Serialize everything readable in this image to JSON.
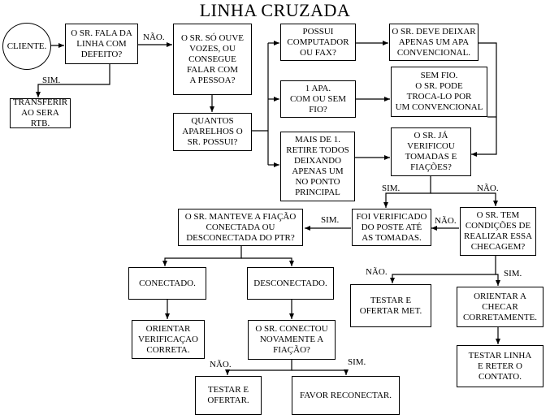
{
  "title": "LINHA CRUZADA",
  "nodes": {
    "cliente": "CLIENTE.",
    "fala_defeito": "O SR. FALA DA\nLINHA  COM\nDEFEITO?",
    "transferir": "TRANSFERIR\nAO SERA RTB.",
    "so_ouve": "O SR. SÓ OUVE\nVOZES, OU\nCONSEGUE\nFALAR COM\nA PESSOA?",
    "quantos": "QUANTOS\nAPARELHOS O\nSR. POSSUI?",
    "computador": "POSSUI\nCOMPUTADOR\nOU FAX?",
    "deve_deixar": "O SR. DEVE DEIXAR\nAPENAS UM APA\nCONVENCIONAL.",
    "um_apa": "1 APA.\nCOM OU SEM\nFIO?",
    "sem_fio": "SEM FIO.\nO SR. PODE\nTROCA-LO POR\nUM CONVENCIONAL",
    "mais_de_1": "MAIS DE 1.\nRETIRE TODOS\nDEIXANDO\nAPENAS UM\nNO PONTO\nPRINCIPAL",
    "verificou": "O SR. JÁ\nVERIFICOU\nTOMADAS E\nFIAÇÕES?",
    "manteve": "O SR. MANTEVE A FIAÇÃO\nCONECTADA OU\nDESCONECTADA DO PTR?",
    "foi_verificado": "FOI VERIFICADO\nDO POSTE ATÉ\nAS TOMADAS.",
    "condicoes": "O SR. TEM\nCONDIÇÕES DE\nREALIZAR ESSA\nCHECAGEM?",
    "conectado": "CONECTADO.",
    "desconectado": "DESCONECTADO.",
    "orientar_verif": "ORIENTAR\nVERIFICAÇAO\nCORRETA.",
    "conectou_novamente": "O SR. CONECTOU\nNOVAMENTE A\nFIAÇÃO?",
    "testar_met": "TESTAR E\nOFERTAR MET.",
    "orientar_checar": "ORIENTAR A\nCHECAR\nCORRETAMENTE.",
    "testar_linha": "TESTAR LINHA\nE RETER O\nCONTATO.",
    "testar_ofertar": "TESTAR E\nOFERTAR.",
    "favor_reconectar": "FAVOR RECONECTAR."
  },
  "edge_labels": {
    "nao_1": "NÃO.",
    "sim_1": "SIM.",
    "sim_2": "SIM.",
    "nao_2": "NÃO.",
    "sim_3": "SIM.",
    "nao_3": "NÃO.",
    "nao_4": "NÃO.",
    "sim_4": "SIM.",
    "nao_5": "NÃO.",
    "sim_5": "SIM."
  }
}
